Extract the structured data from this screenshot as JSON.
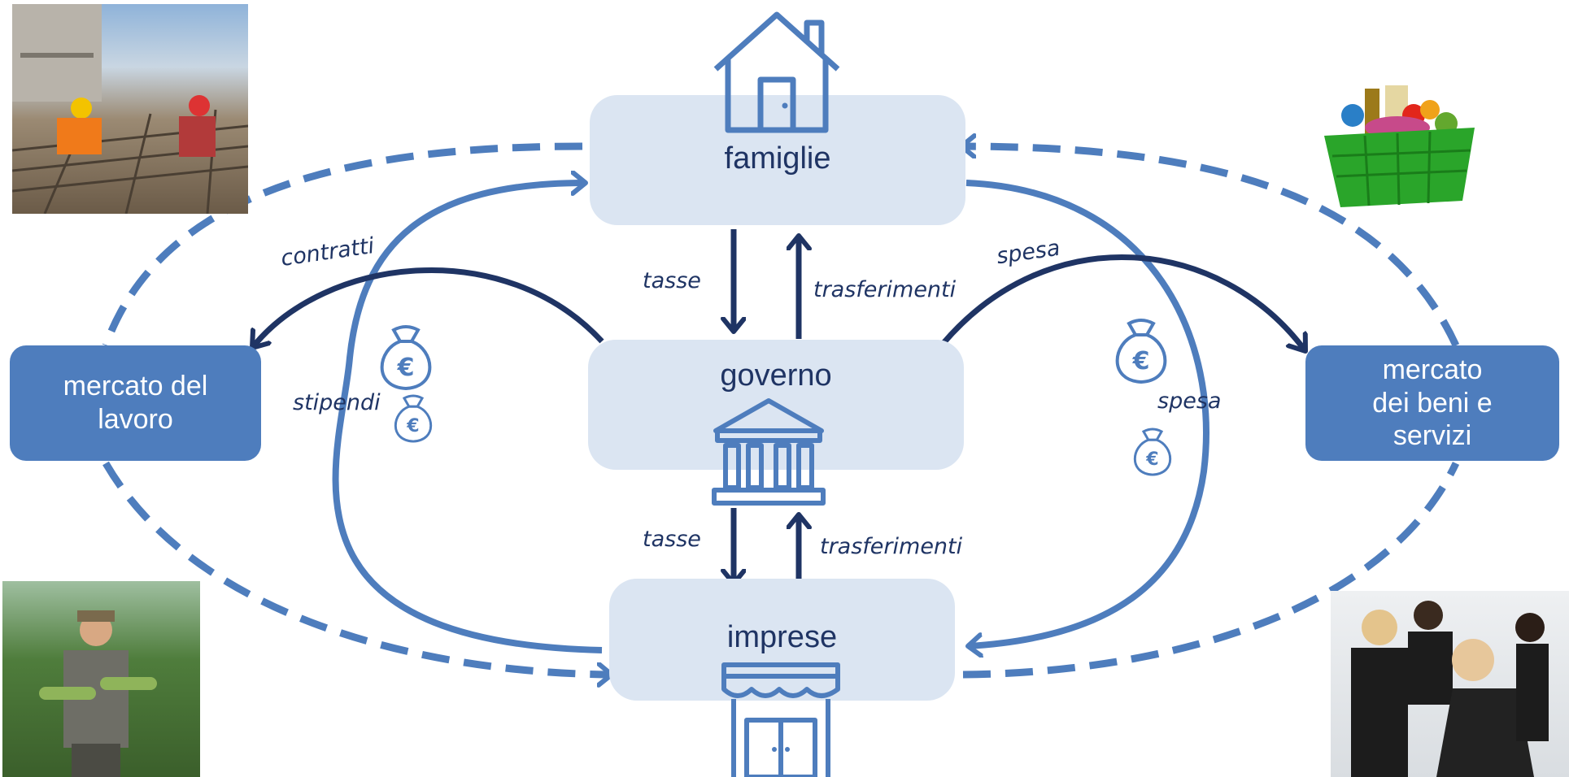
{
  "nodes": {
    "famiglie": "famiglie",
    "governo": "governo",
    "imprese": "imprese",
    "labour_market": "mercato del\nlavoro",
    "goods_market": "mercato\ndei beni e\nservizi"
  },
  "flow_labels": {
    "contratti": "contratti",
    "spesa_top": "spesa",
    "tasse_top": "tasse",
    "trasferimenti_top": "trasferimenti",
    "stipendi": "stipendi",
    "spesa_right": "spesa",
    "tasse_bottom": "tasse",
    "trasferimenti_bottom": "trasferimenti"
  },
  "colors": {
    "node_light": "#dbe5f2",
    "node_dark": "#4e7dbd",
    "arrow_mid": "#4e7dbd",
    "arrow_dark": "#1f3464",
    "text_dark": "#1f3464"
  },
  "icons": {
    "house": "house-icon",
    "bank": "bank-icon",
    "shop": "shop-icon",
    "money_bag": "euro-money-bag-icon"
  },
  "photos": {
    "top_left": "construction-workers-photo",
    "bottom_left": "farmer-photo",
    "top_right": "grocery-basket-photo",
    "bottom_right": "hairdresser-photo"
  }
}
